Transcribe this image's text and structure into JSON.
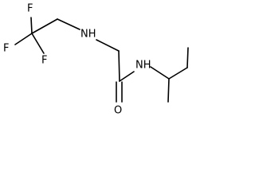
{
  "molecule": {
    "atoms": {
      "f_top": "F",
      "f_left": "F",
      "f_bottom": "F",
      "nh_amine": "NH",
      "nh_amide": "NH",
      "o": "O"
    }
  }
}
